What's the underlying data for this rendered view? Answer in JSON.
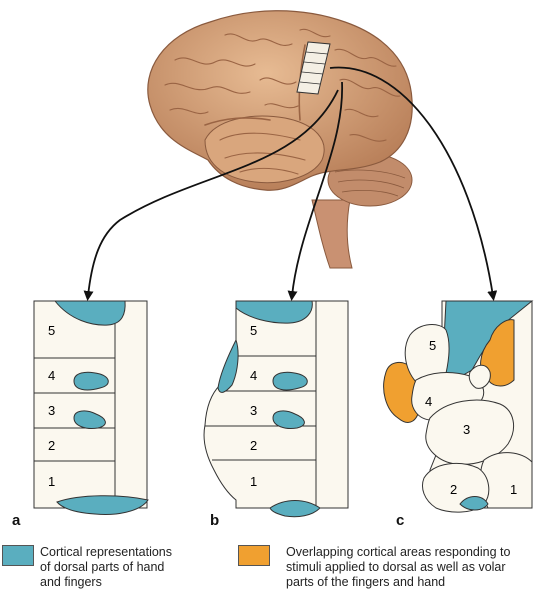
{
  "colors": {
    "blue": "#5aaebf",
    "orange": "#f0a030",
    "cream": "#fbf8ef",
    "outline": "#333333",
    "brain": "#d6a077",
    "brain_dark": "#a86e4c"
  },
  "panels": {
    "a": {
      "letter": "a",
      "labels": [
        "5",
        "4",
        "3",
        "2",
        "1"
      ]
    },
    "b": {
      "letter": "b",
      "labels": [
        "5",
        "4",
        "3",
        "2",
        "1"
      ]
    },
    "c": {
      "letter": "c",
      "labels": [
        "5",
        "4",
        "3",
        "2",
        "1"
      ]
    }
  },
  "legend": {
    "blue_text": "Cortical representations\nof dorsal parts of hand\nand fingers",
    "orange_text": "Overlapping cortical areas responding to\nstimuli applied to dorsal as well as volar\nparts of the fingers and hand"
  }
}
